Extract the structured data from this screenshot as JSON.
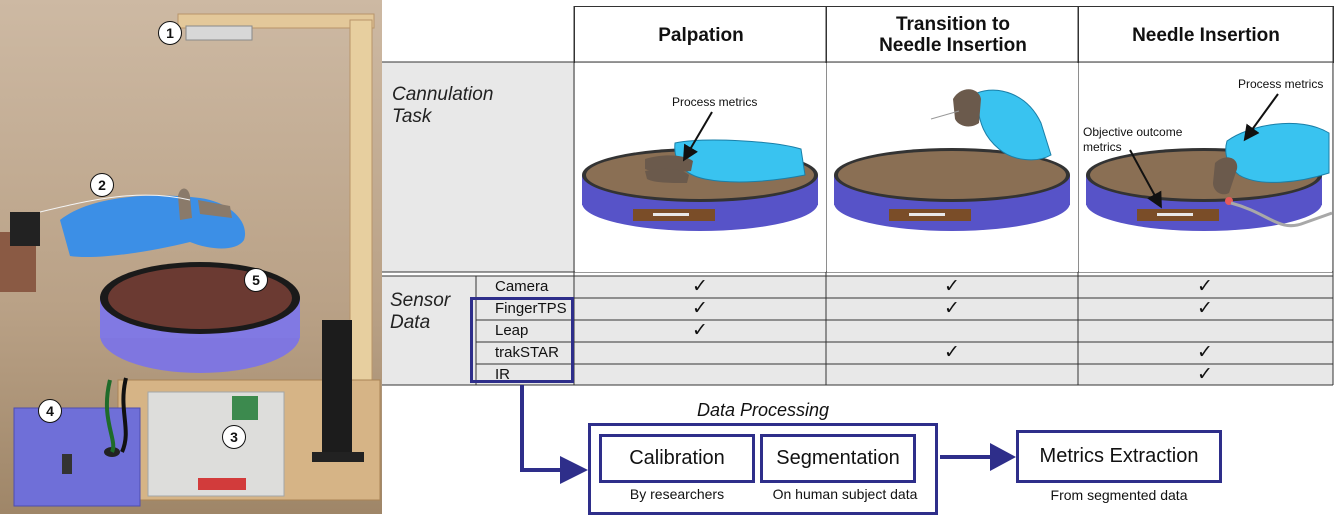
{
  "markers": [
    "1",
    "2",
    "3",
    "4",
    "5"
  ],
  "columns": [
    "Palpation",
    "Transition to\nNeedle Insertion",
    "Needle Insertion"
  ],
  "task_label": "Cannulation\nTask",
  "sensor_label": "Sensor\nData",
  "illustrations": {
    "palpation_annotation": "Process metrics",
    "needle_annotation_process": "Process metrics",
    "needle_annotation_outcome": "Objective outcome\nmetrics"
  },
  "sensors": [
    {
      "name": "Camera",
      "checks": [
        true,
        true,
        true
      ]
    },
    {
      "name": "FingerTPS",
      "checks": [
        true,
        true,
        true
      ]
    },
    {
      "name": "Leap",
      "checks": [
        true,
        false,
        false
      ]
    },
    {
      "name": "trakSTAR",
      "checks": [
        false,
        true,
        true
      ]
    },
    {
      "name": "IR",
      "checks": [
        false,
        false,
        true
      ]
    }
  ],
  "check_glyph": "✓",
  "processing": {
    "title": "Data Processing",
    "calibration": "Calibration",
    "calibration_caption": "By researchers",
    "segmentation": "Segmentation",
    "segmentation_caption": "On human subject data",
    "metrics": "Metrics Extraction",
    "metrics_caption": "From segmented data"
  },
  "colors": {
    "accent": "#2e2e8a",
    "glove": "#3cc6f0",
    "pad": "#6b6bd6",
    "skin": "#7a5c48"
  }
}
